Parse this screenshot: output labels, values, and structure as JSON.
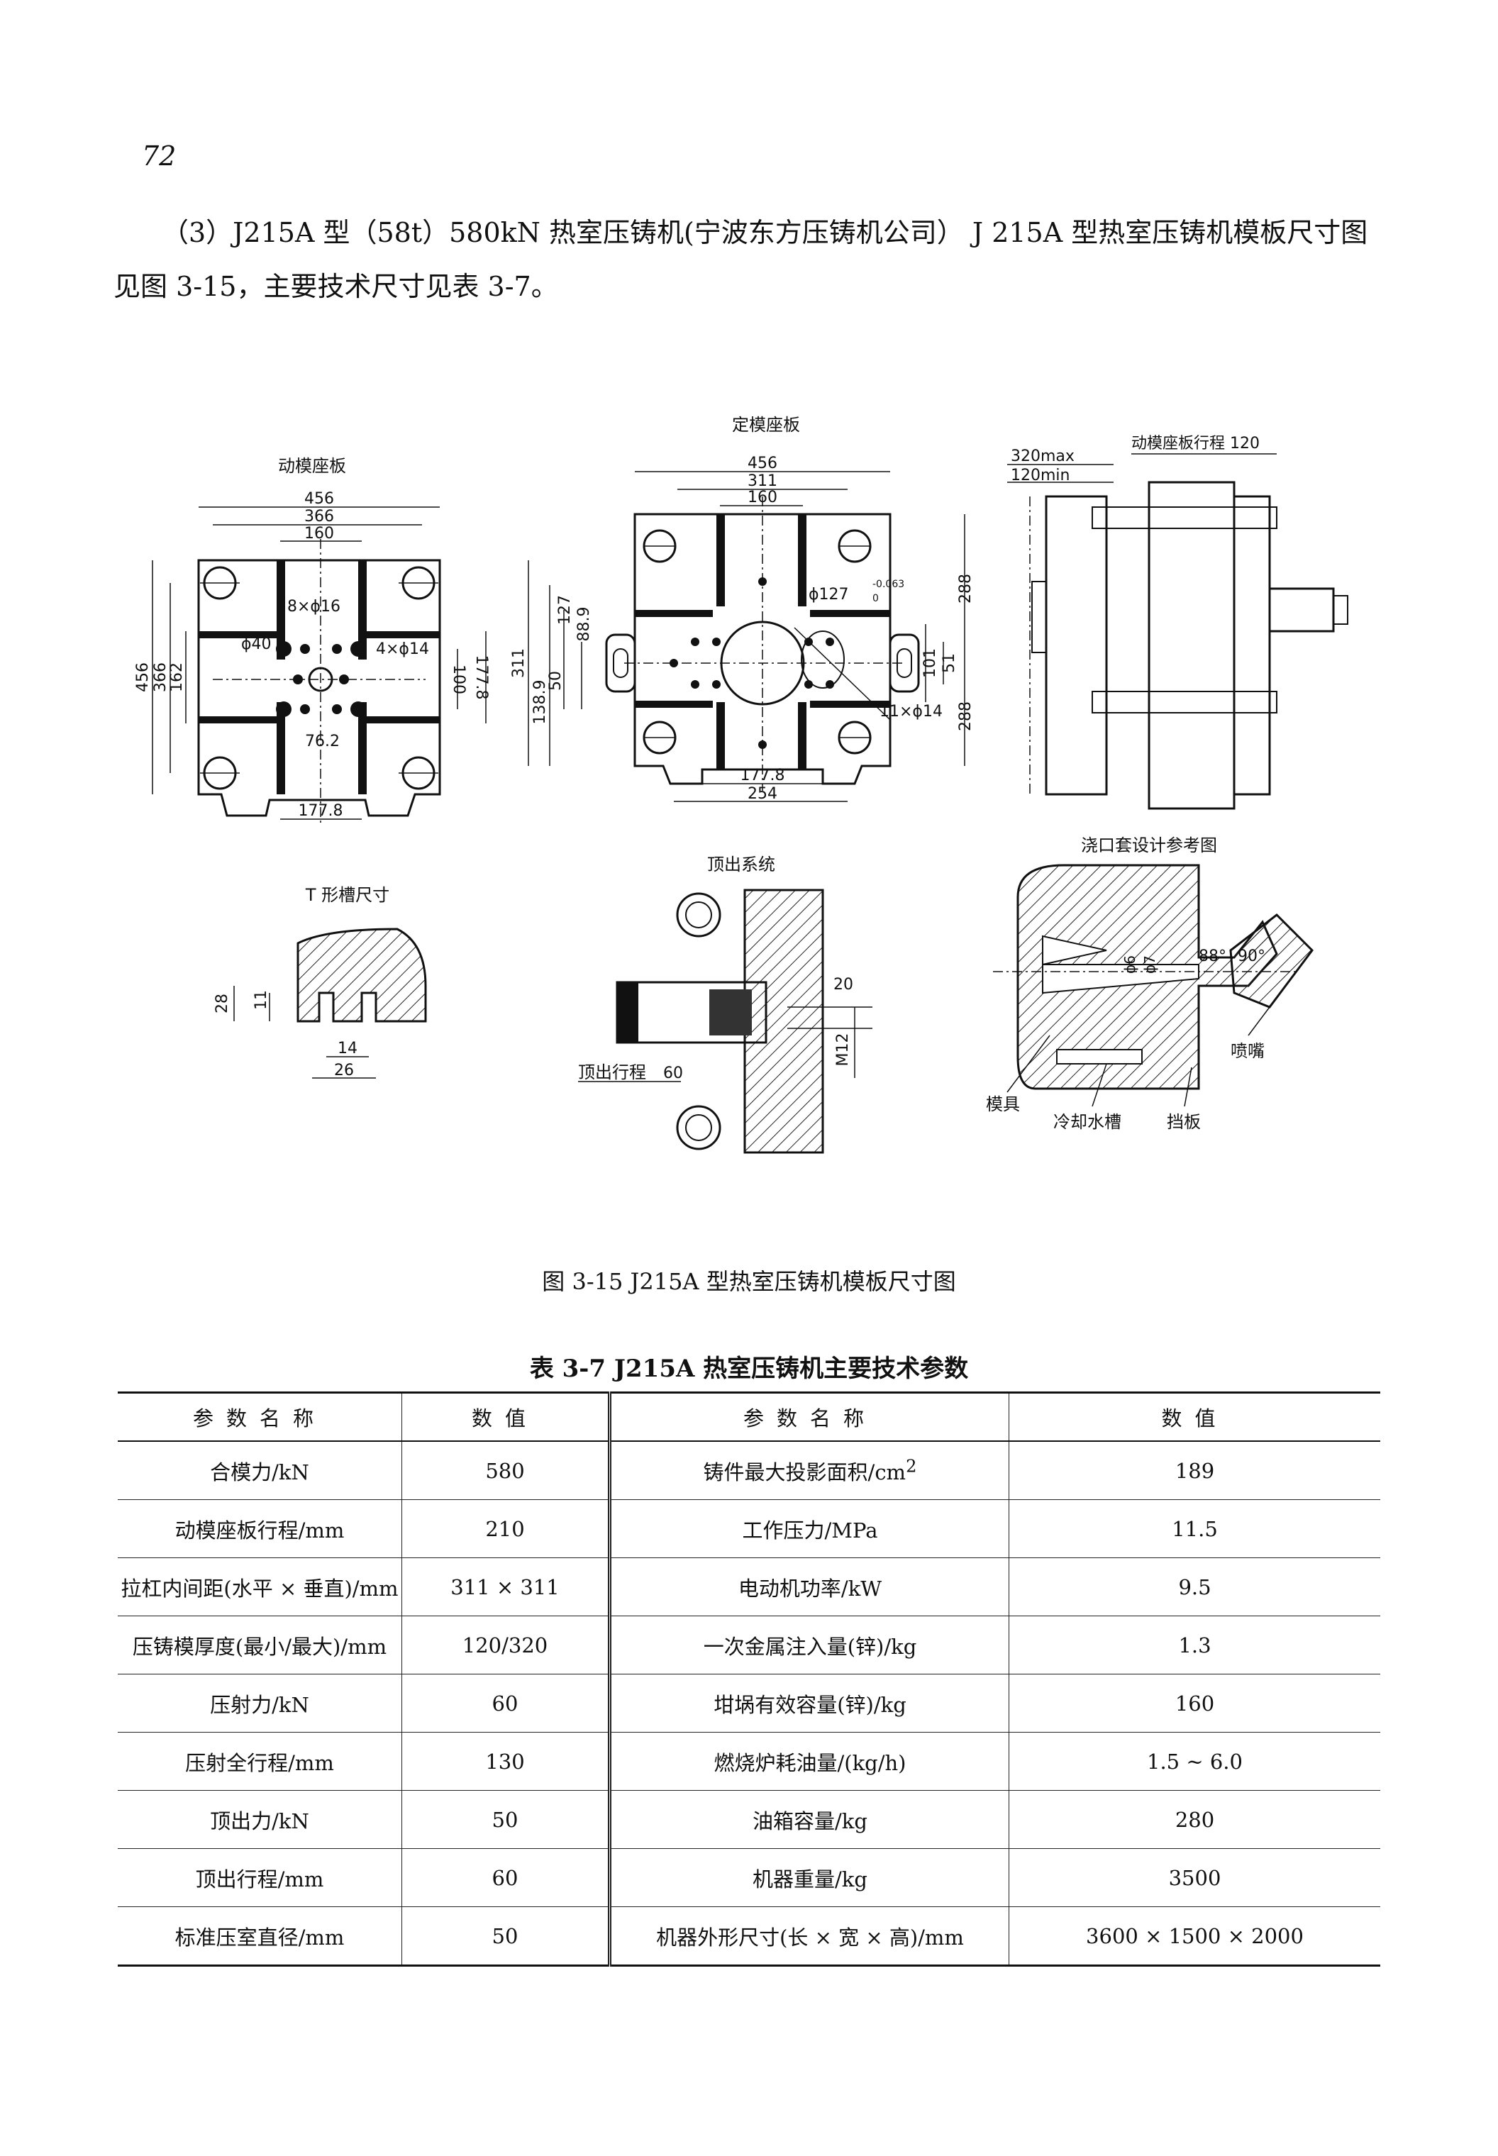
{
  "page_number": "72",
  "intro": "（3）J215A 型（58t）580kN 热室压铸机(宁波东方压铸机公司）  J 215A 型热室压铸机模板尺寸图见图 3-15，主要技术尺寸见表 3-7。",
  "figure": {
    "caption": "图 3-15   J215A 型热室压铸机模板尺寸图",
    "moving_platen": {
      "title": "动模座板",
      "dims": [
        "456",
        "366",
        "160",
        "8×ϕ16",
        "ϕ40",
        "4×ϕ14",
        "456",
        "366",
        "162",
        "100",
        "177.8",
        "76.2",
        "177.8"
      ]
    },
    "fixed_platen": {
      "title": "定模座板",
      "dims": [
        "456",
        "311",
        "160",
        "ϕ127",
        "-0.063",
        "0",
        "127",
        "88.9",
        "311",
        "138.9",
        "50",
        "288",
        "51",
        "101",
        "288",
        "11×ϕ14",
        "177.8",
        "254"
      ]
    },
    "side_view": {
      "dims": [
        "320max",
        "120min",
        "动模座板行程 120"
      ]
    },
    "t_slot": {
      "title": "T 形槽尺寸",
      "dims": [
        "28",
        "11",
        "14",
        "26"
      ]
    },
    "ejector": {
      "title": "顶出系统",
      "dims": [
        "20",
        "M12",
        "顶出行程",
        "60"
      ]
    },
    "sprue": {
      "title": "浇口套设计参考图",
      "dims": [
        "ϕ6",
        "ϕ7",
        "88°",
        "90°"
      ],
      "labels": [
        "喷嘴",
        "模具",
        "冷却水槽",
        "挡板"
      ]
    }
  },
  "table": {
    "title": "表 3-7    J215A 热室压铸机主要技术参数",
    "headers": [
      "参数名称",
      "数值",
      "参数名称",
      "数值"
    ],
    "rows": [
      [
        "合模力/kN",
        "580",
        "铸件最大投影面积/cm²",
        "189"
      ],
      [
        "动模座板行程/mm",
        "210",
        "工作压力/MPa",
        "11.5"
      ],
      [
        "拉杠内间距(水平 × 垂直)/mm",
        "311 × 311",
        "电动机功率/kW",
        "9.5"
      ],
      [
        "压铸模厚度(最小/最大)/mm",
        "120/320",
        "一次金属注入量(锌)/kg",
        "1.3"
      ],
      [
        "压射力/kN",
        "60",
        "坩埚有效容量(锌)/kg",
        "160"
      ],
      [
        "压射全行程/mm",
        "130",
        "燃烧炉耗油量/(kg/h)",
        "1.5 ~ 6.0"
      ],
      [
        "顶出力/kN",
        "50",
        "油箱容量/kg",
        "280"
      ],
      [
        "顶出行程/mm",
        "60",
        "机器重量/kg",
        "3500"
      ],
      [
        "标准压室直径/mm",
        "50",
        "机器外形尺寸(长 × 宽 × 高)/mm",
        "3600 × 1500 × 2000"
      ]
    ]
  }
}
